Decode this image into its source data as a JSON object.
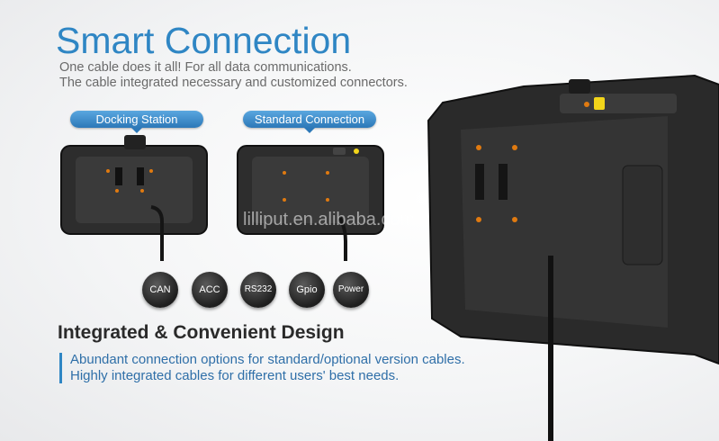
{
  "header": {
    "title": "Smart Connection",
    "subtitle_line1": "One cable does it all! For all data communications.",
    "subtitle_line2": "The cable integrated necessary and customized connectors."
  },
  "labels": {
    "docking": "Docking Station",
    "standard": "Standard Connection"
  },
  "connectors": [
    "CAN",
    "ACC",
    "RS232",
    "Gpio",
    "Power"
  ],
  "watermark": "lilliput.en.alibaba.com",
  "section": {
    "heading": "Integrated & Convenient Design",
    "line1": "Abundant connection options for standard/optional version cables.",
    "line2": "Highly integrated cables for different users' best needs."
  },
  "colors": {
    "accent": "#2f86c4",
    "device": "#2b2b2b",
    "indicator": "#f2d51a"
  }
}
